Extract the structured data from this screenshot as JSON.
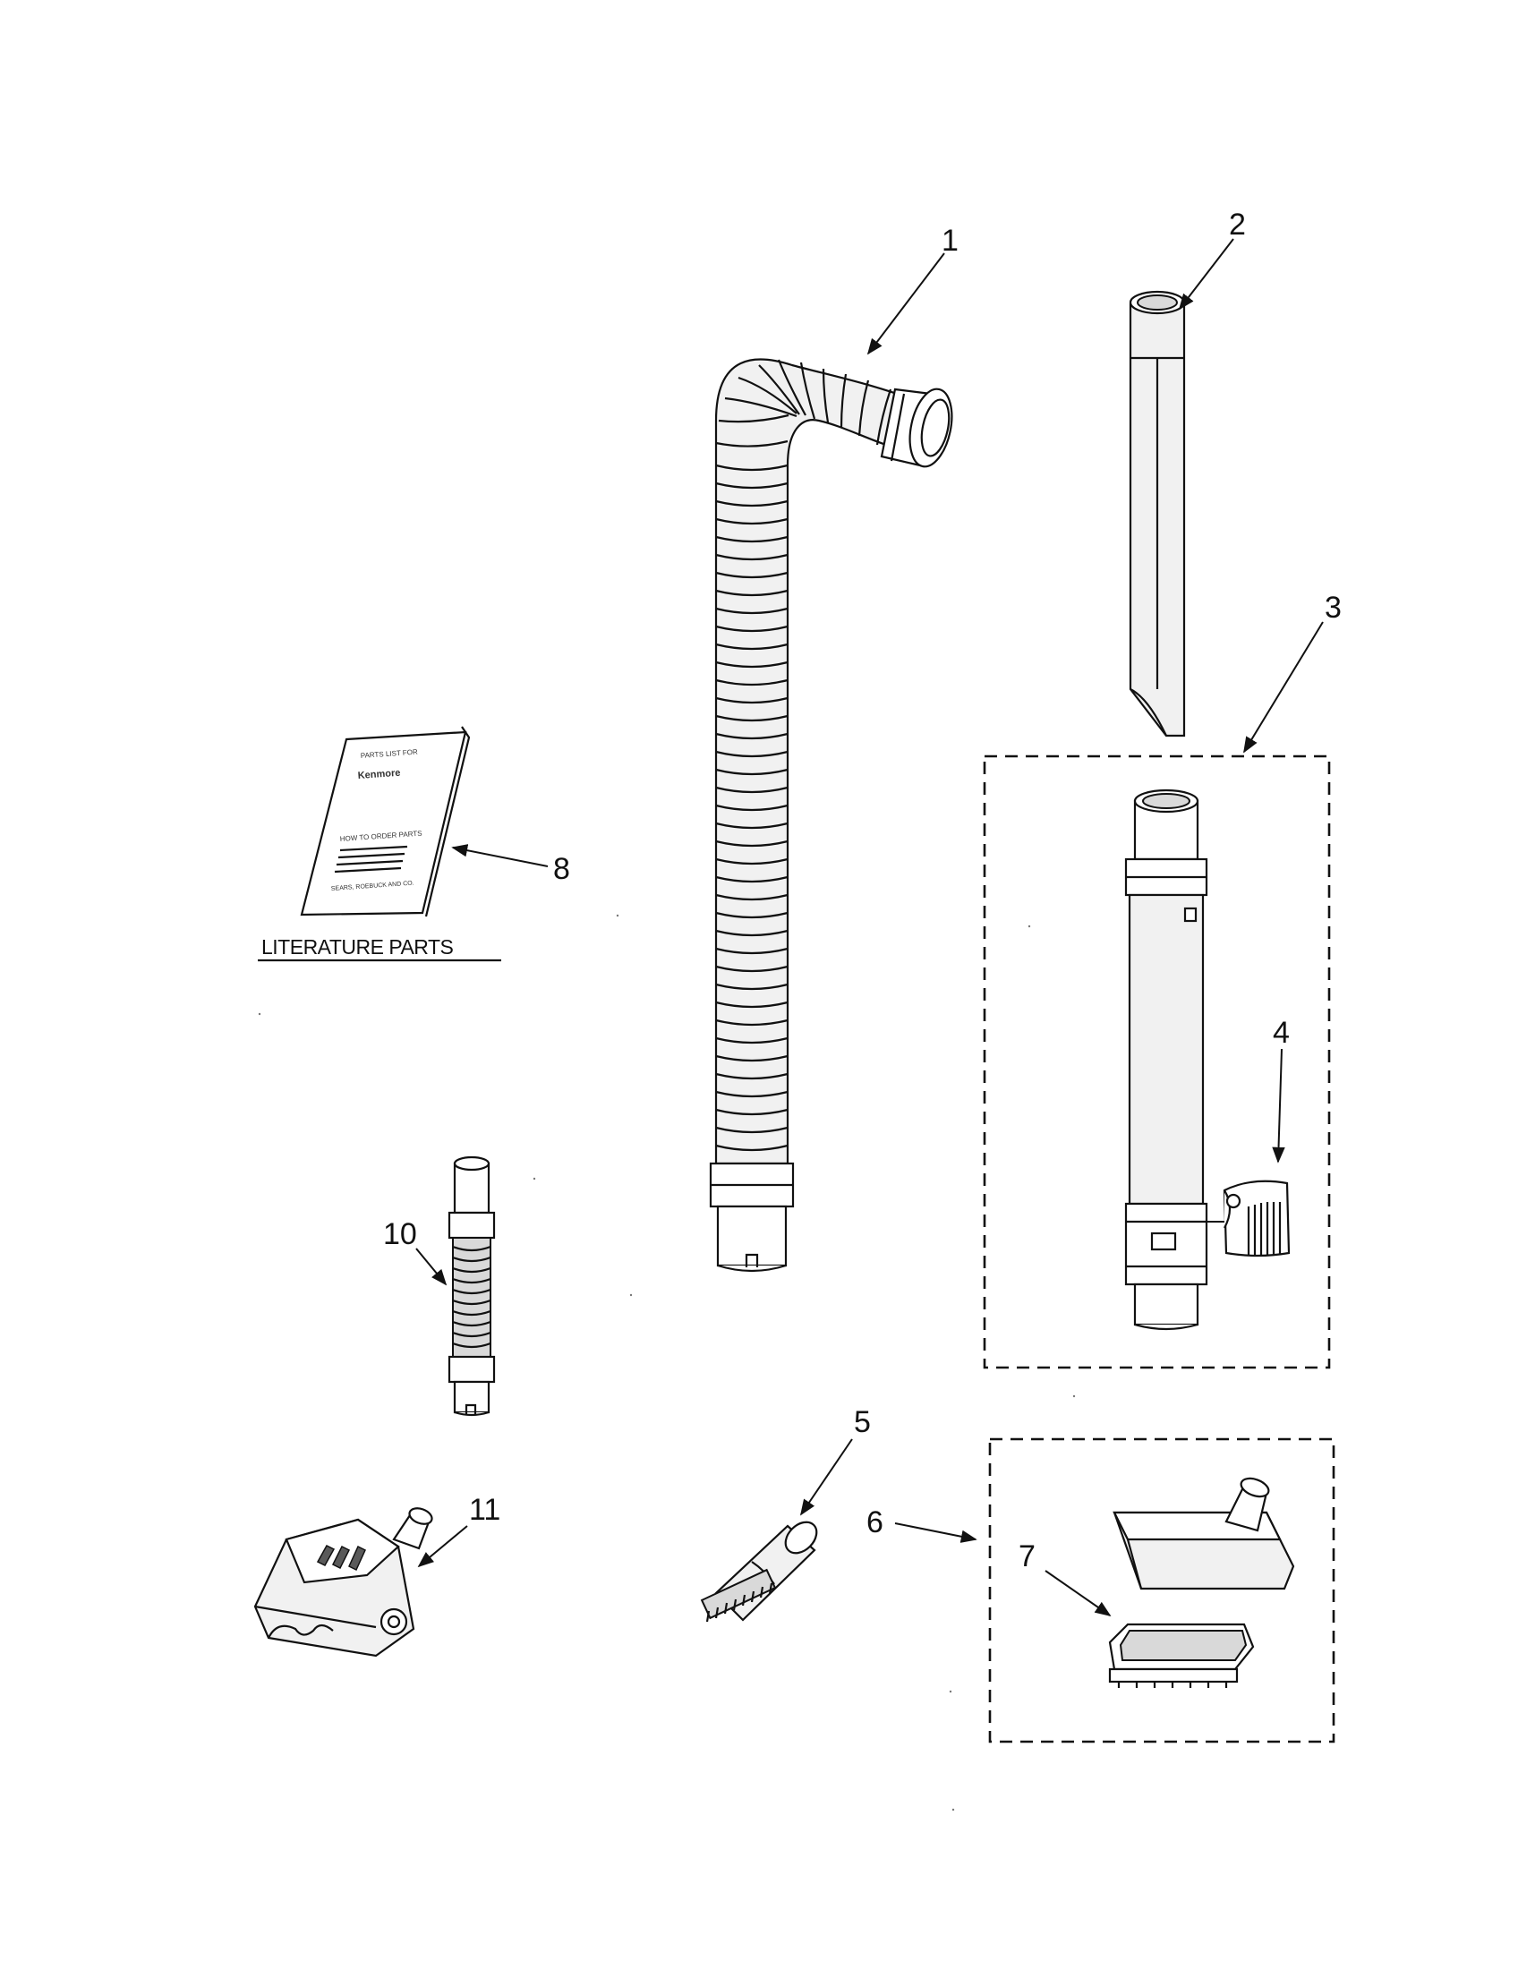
{
  "diagram": {
    "callouts": {
      "p1": "1",
      "p2": "2",
      "p3": "3",
      "p4": "4",
      "p5": "5",
      "p6": "6",
      "p7": "7",
      "p8": "8",
      "p10": "10",
      "p11": "11"
    },
    "section_label": "LITERATURE PARTS",
    "booklet": {
      "header": "PARTS LIST FOR",
      "brand": "Kenmore",
      "heading": "HOW TO ORDER PARTS",
      "footer": "SEARS, ROEBUCK AND CO."
    }
  }
}
